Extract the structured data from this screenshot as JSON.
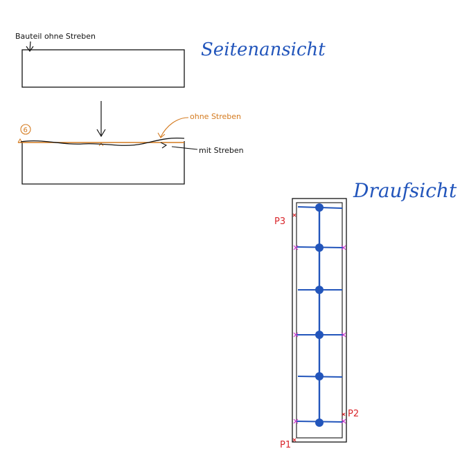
{
  "side_view": {
    "title": "Seitenansicht",
    "label_component": "Bauteil ohne Streben",
    "label_without_struts": "ohne Streben",
    "label_with_struts": "mit Streben",
    "marker_number": "6"
  },
  "top_view": {
    "title": "Draufsicht",
    "point_labels": [
      "P3",
      "P2",
      "P1"
    ]
  },
  "colors": {
    "blue_ink": "#2255bb",
    "orange_ink": "#d47a1e",
    "red_ink": "#d9262b",
    "magenta_ink": "#cc33cc",
    "black_ink": "#111111"
  }
}
